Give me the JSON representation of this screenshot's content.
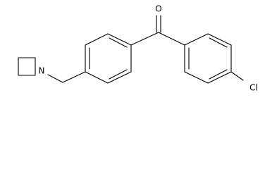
{
  "molecule": {
    "atoms": {
      "oxygen": "O",
      "nitrogen": "N",
      "chlorine": "Cl"
    }
  }
}
